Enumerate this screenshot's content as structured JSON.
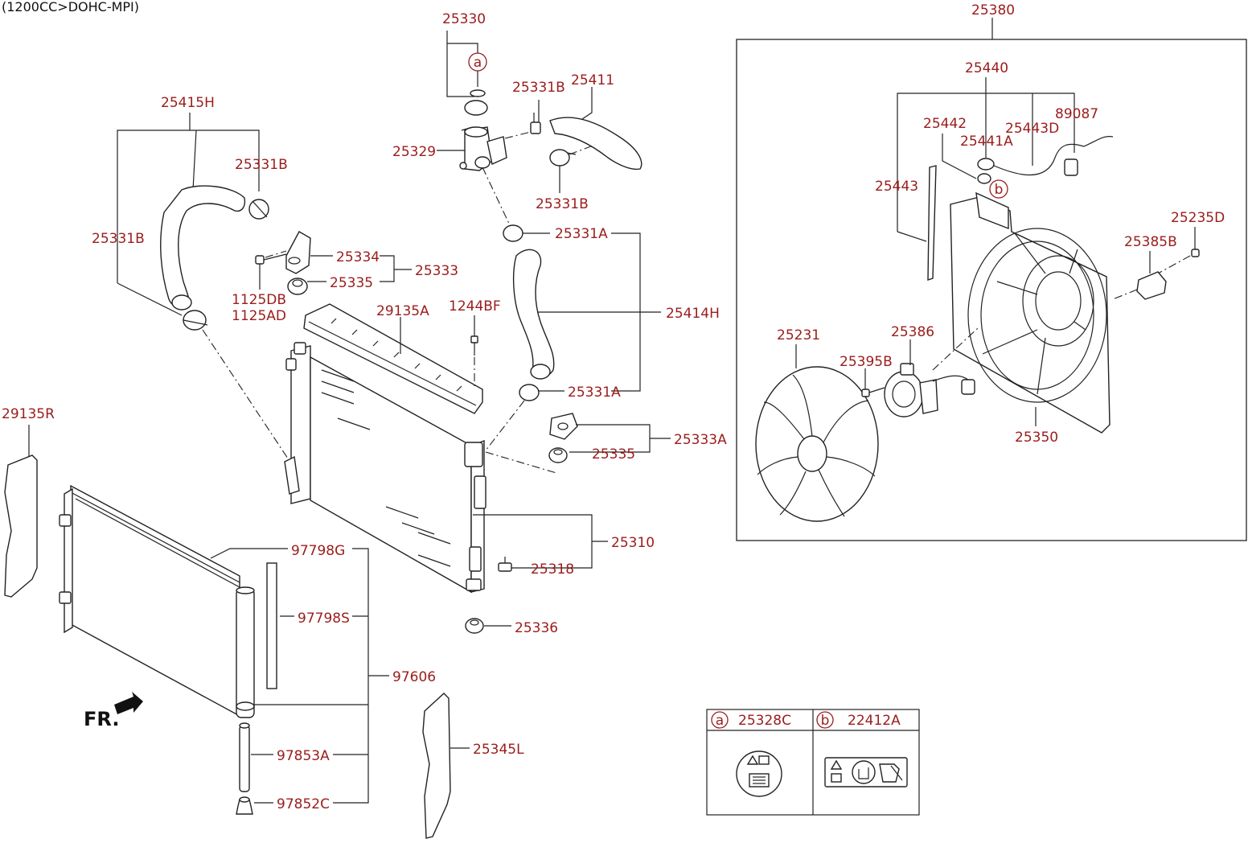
{
  "diagram": {
    "header_note": "(1200CC>DOHC-MPI)",
    "front_marker": "FR.",
    "part_labels": {
      "p25330": "25330",
      "p25411": "25411",
      "p25331B_top": "25331B",
      "p25329": "25329",
      "p25331B_mid": "25331B",
      "p25415H": "25415H",
      "p25331B_left_top": "25331B",
      "p25331B_left": "25331B",
      "p25331A_top": "25331A",
      "p25334": "25334",
      "p25333": "25333",
      "p25335_top": "25335",
      "p1125DB": "1125DB",
      "p1125AD": "1125AD",
      "p29135A": "29135A",
      "p1244BF": "1244BF",
      "p25414H": "25414H",
      "p25331A_bottom": "25331A",
      "p25333A": "25333A",
      "p25335_bottom": "25335",
      "p29135R": "29135R",
      "p25310": "25310",
      "p97798G": "97798G",
      "p25318": "25318",
      "p97798S": "97798S",
      "p25336": "25336",
      "p97606": "97606",
      "p97853A": "97853A",
      "p25345L": "25345L",
      "p97852C": "97852C",
      "p25380": "25380",
      "p25440": "25440",
      "p89087": "89087",
      "p25442": "25442",
      "p25443D": "25443D",
      "p25441A": "25441A",
      "p25443": "25443",
      "p25235D": "25235D",
      "p25385B": "25385B",
      "p25231": "25231",
      "p25386": "25386",
      "p25395B": "25395B",
      "p25350": "25350"
    },
    "callouts": {
      "a": "a",
      "b": "b"
    },
    "legend": {
      "a_letter": "a",
      "a_part": "25328C",
      "b_letter": "b",
      "b_part": "22412A"
    }
  }
}
